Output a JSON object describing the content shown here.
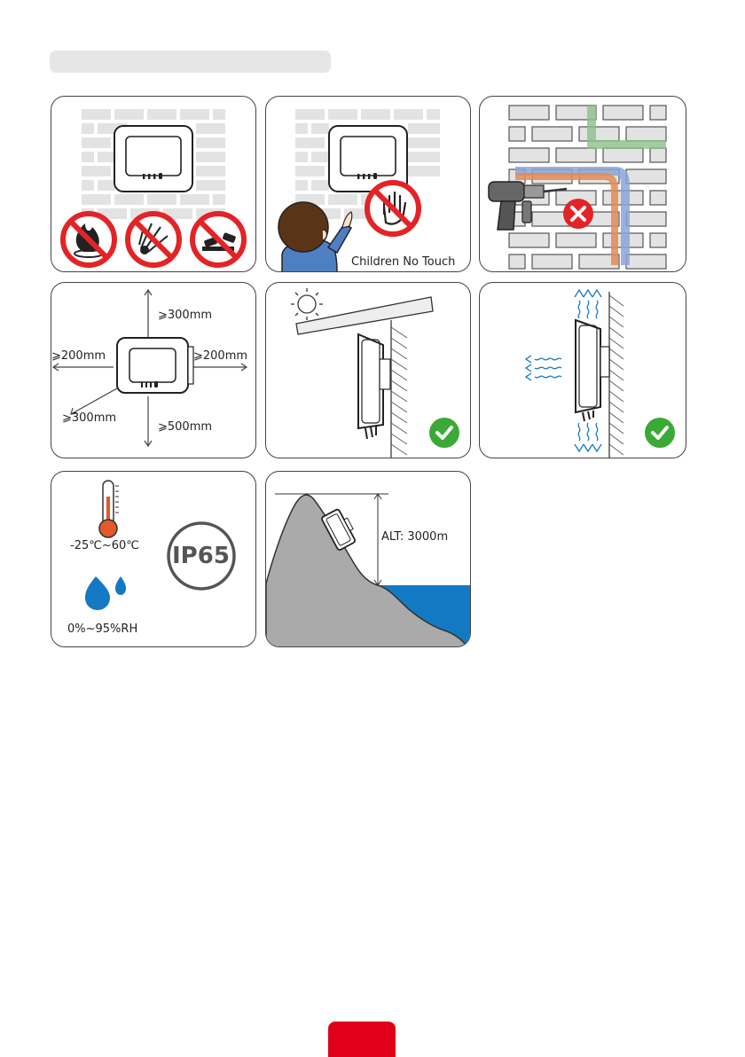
{
  "page_title": "",
  "panels": {
    "hazards": {
      "icons": [
        "no-fire-icon",
        "no-explosion-icon",
        "no-corrosive-icon"
      ]
    },
    "children": {
      "caption": "Children No Touch"
    },
    "drilling": {
      "icons": [
        "drill-icon",
        "cross-icon"
      ]
    },
    "clearance": {
      "top": "⩾300mm",
      "left": "⩾200mm",
      "right": "⩾200mm",
      "front": "⩾300mm",
      "bottom": "⩾500mm"
    },
    "sunshade": {
      "icons": [
        "sun-icon",
        "check-icon"
      ]
    },
    "ventilation": {
      "icons": [
        "airflow-icon",
        "check-icon"
      ]
    },
    "environment": {
      "temperature": "-25℃~60℃",
      "humidity": "0%~95%RH",
      "protection": "IP65"
    },
    "altitude": {
      "label": "ALT: 3000m"
    }
  },
  "colors": {
    "accent_red": "#e0001a",
    "prohibit_red": "#e32326",
    "ok_green": "#3ba935",
    "water_blue": "#1479c3",
    "pipe_blue": "#8aa6d6",
    "pipe_orange": "#e58a55",
    "pipe_green": "#8cc08a"
  }
}
